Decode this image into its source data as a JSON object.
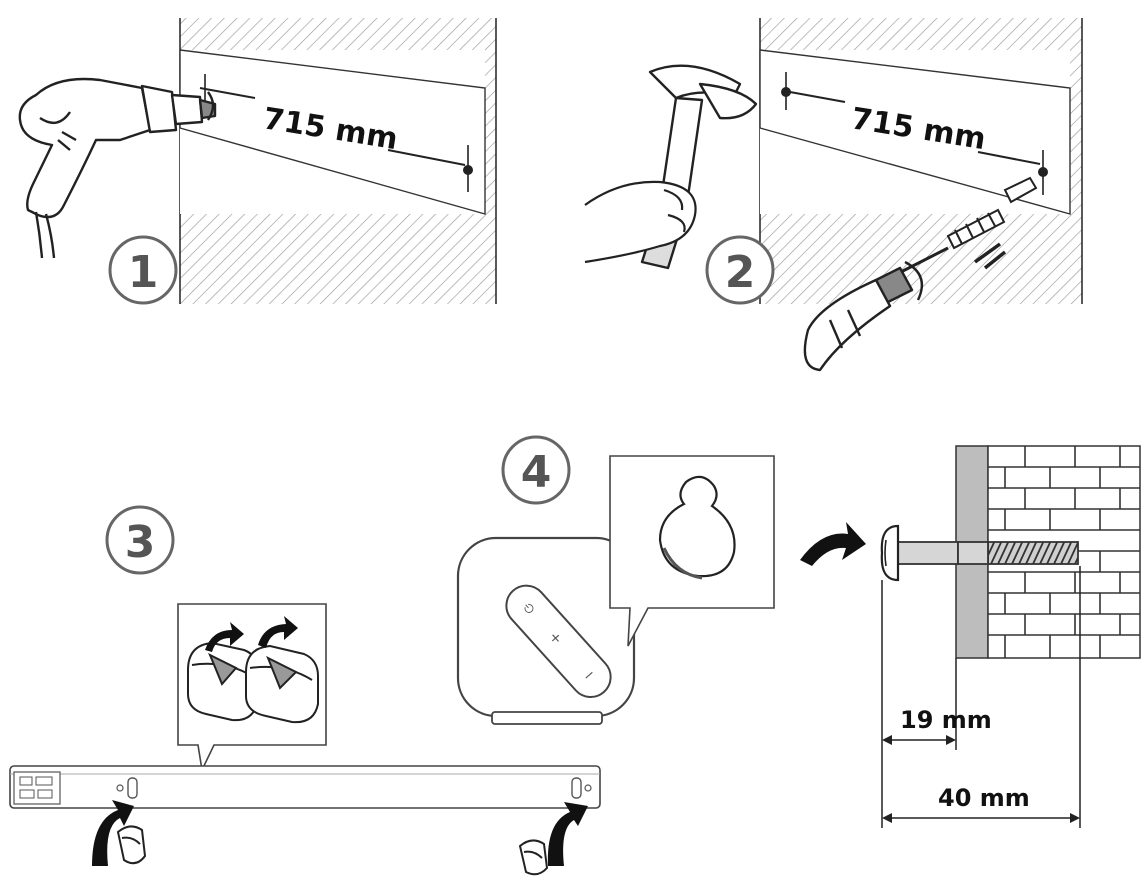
{
  "steps": {
    "s1": "1",
    "s2": "2",
    "s3": "3",
    "s4": "4"
  },
  "dimensions": {
    "hole_spacing_1": "715 mm",
    "hole_spacing_2": "715 mm",
    "wall_gap": "19 mm",
    "screw_length": "40 mm"
  }
}
